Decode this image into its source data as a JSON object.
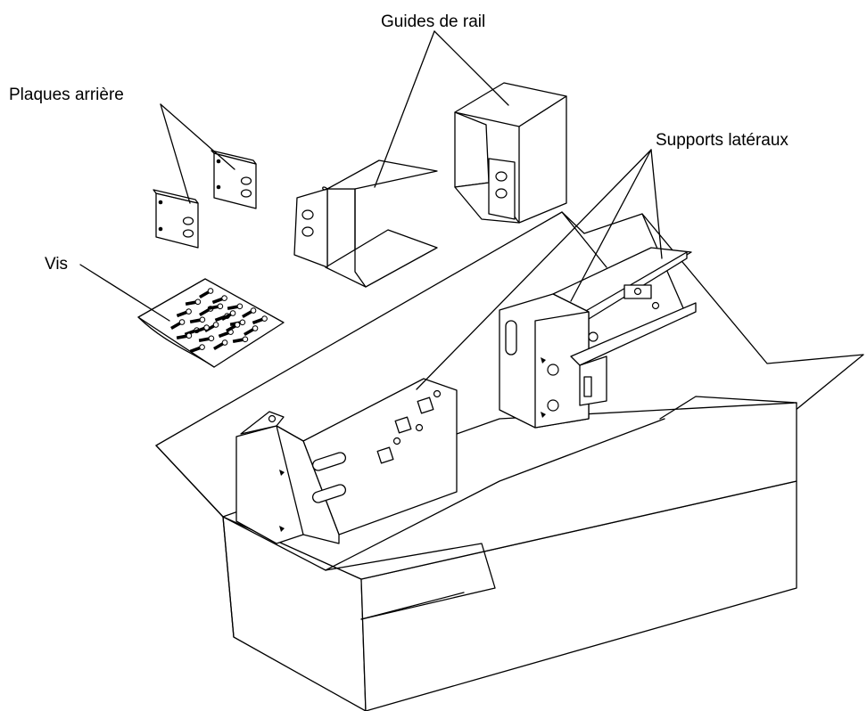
{
  "labels": {
    "rail_guides": "Guides de rail",
    "rear_plates": "Plaques arrière",
    "side_supports": "Supports latéraux",
    "screws": "Vis"
  },
  "colors": {
    "line": "#000000",
    "background": "#ffffff"
  }
}
